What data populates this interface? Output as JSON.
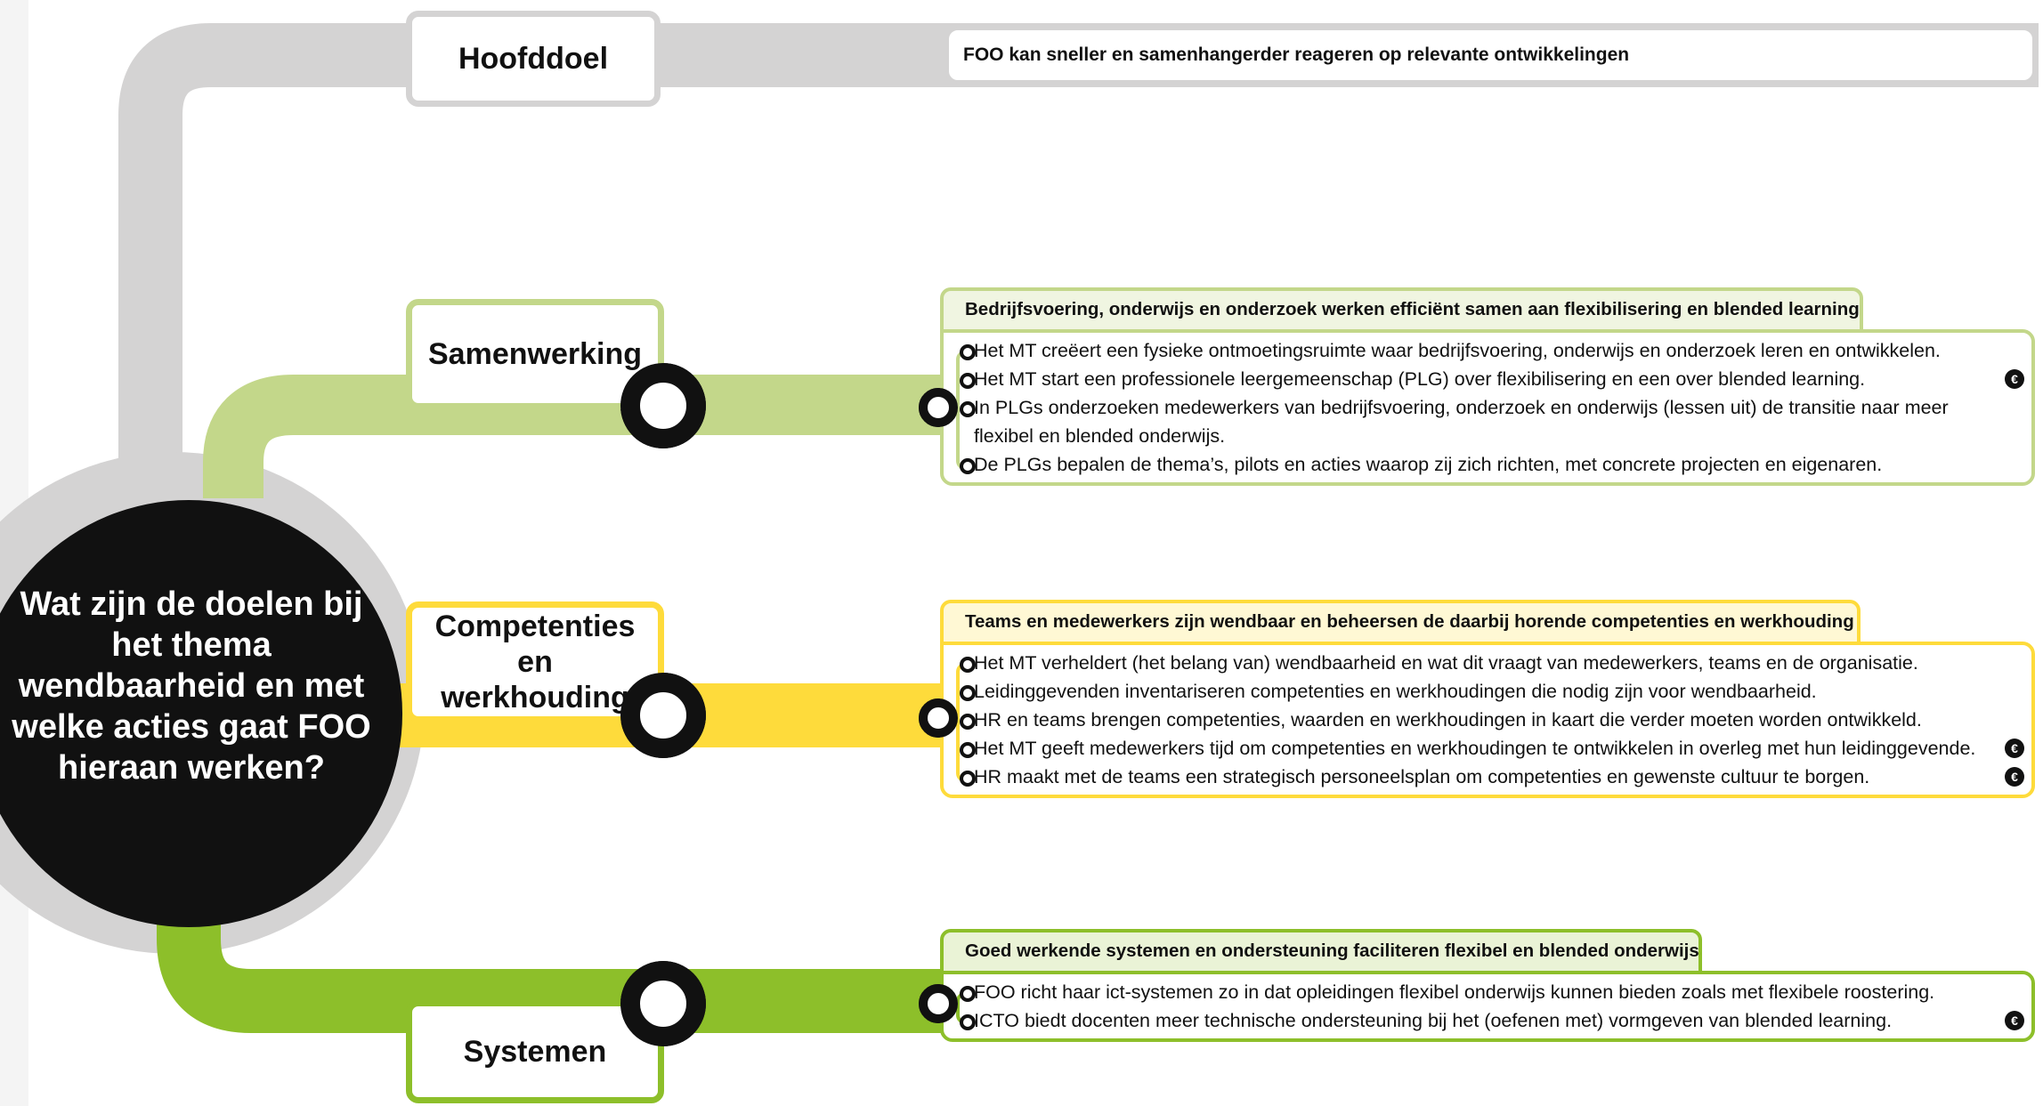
{
  "colors": {
    "grey": "#d4d3d3",
    "light_green": "#c3d78a",
    "yellow": "#fedb3b",
    "dark_green": "#8dbf2a",
    "light_green_tint": "#f0f5e1",
    "yellow_tint": "#fff8d4",
    "dark_green_tint": "#eaf3d6",
    "black": "#111111"
  },
  "center": {
    "question": "Wat zijn de doelen bij het thema wendbaarheid en met welke acties gaat FOO hieraan werken?"
  },
  "main_goal": {
    "label": "Hoofddoel",
    "text": "FOO kan sneller en samenhangerder reageren op relevante ontwikkelingen"
  },
  "branches": [
    {
      "label": "Samenwerking",
      "goal": "Bedrijfsvoering, onderwijs en onderzoek werken efficiënt samen aan flexibilisering en blended learning",
      "actions": [
        {
          "text": "Het MT creëert een fysieke ontmoetingsruimte waar bedrijfsvoering, onderwijs en onderzoek leren en ontwikkelen.",
          "euro": false
        },
        {
          "text": "Het MT start een professionele leergemeenschap (PLG) over flexibilisering en een over blended learning.",
          "euro": true
        },
        {
          "text": "In PLGs onderzoeken medewerkers van bedrijfsvoering, onderzoek en onderwijs (lessen uit) de transitie naar meer flexibel en blended onderwijs.",
          "euro": false
        },
        {
          "text": "De PLGs bepalen de thema’s, pilots en acties waarop zij zich richten, met concrete projecten en eigenaren.",
          "euro": false
        }
      ]
    },
    {
      "label": "Competenties en werkhouding",
      "goal": "Teams en medewerkers zijn wendbaar en beheersen de daarbij horende competenties en werkhouding",
      "actions": [
        {
          "text": "Het MT verheldert (het belang van) wendbaarheid en wat dit vraagt van medewerkers, teams en de organisatie.",
          "euro": false
        },
        {
          "text": "Leidinggevenden inventariseren competenties en werkhoudingen die nodig zijn voor wendbaarheid.",
          "euro": false
        },
        {
          "text": "HR en teams brengen competenties, waarden en werkhoudingen in kaart die verder moeten worden ontwikkeld.",
          "euro": false
        },
        {
          "text": "Het MT geeft medewerkers tijd om competenties en werkhoudingen te ontwikkelen in overleg met hun leidinggevende.",
          "euro": true
        },
        {
          "text": "HR maakt met de teams een strategisch personeelsplan om competenties en gewenste cultuur te borgen.",
          "euro": true
        }
      ]
    },
    {
      "label": "Systemen",
      "goal": "Goed werkende systemen en ondersteuning faciliteren flexibel en blended onderwijs",
      "actions": [
        {
          "text": "FOO richt haar ict-systemen zo in dat opleidingen flexibel onderwijs kunnen bieden zoals met flexibele roostering.",
          "euro": false
        },
        {
          "text": "ICTO biedt docenten meer technische ondersteuning bij het (oefenen met) vormgeven van blended learning.",
          "euro": true
        }
      ]
    }
  ],
  "icons": {
    "euro_badge": "€",
    "connector": "ring-node"
  }
}
